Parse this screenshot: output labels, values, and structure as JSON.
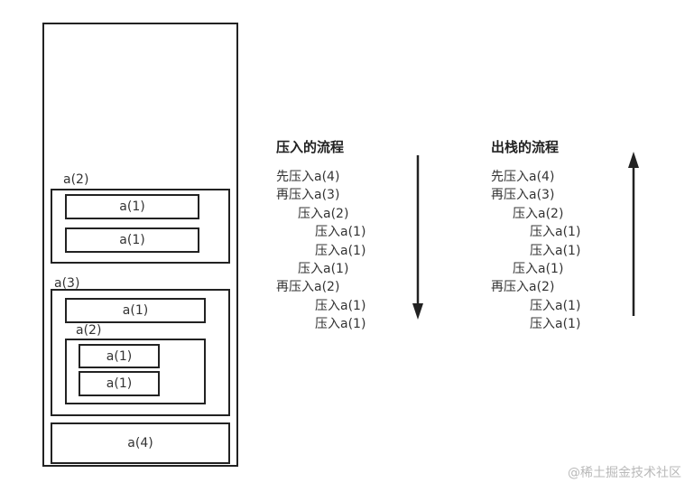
{
  "stack": {
    "group_a2_top": {
      "label": "a(2)",
      "cells": [
        "a(1)",
        "a(1)"
      ]
    },
    "group_a3": {
      "label": "a(3)",
      "cell": "a(1)",
      "inner_group": {
        "label": "a(2)",
        "cells": [
          "a(1)",
          "a(1)"
        ]
      }
    },
    "bottom_cell": "a(4)"
  },
  "push_flow": {
    "title": "压入的流程",
    "steps": [
      "先压入a(4)",
      "再压入a(3)",
      "压入a(2)",
      "压入a(1)",
      "压入a(1)",
      "压入a(1)",
      "再压入a(2)",
      "压入a(1)",
      "压入a(1)"
    ],
    "indents": [
      0,
      0,
      1,
      2,
      2,
      1,
      0,
      2,
      2
    ],
    "arrow_direction": "down"
  },
  "pop_flow": {
    "title": "出栈的流程",
    "steps": [
      "先压入a(4)",
      "再压入a(3)",
      "压入a(2)",
      "压入a(1)",
      "压入a(1)",
      "压入a(1)",
      "再压入a(2)",
      "压入a(1)",
      "压入a(1)"
    ],
    "indents": [
      0,
      0,
      1,
      2,
      2,
      1,
      0,
      2,
      2
    ],
    "arrow_direction": "up"
  },
  "watermark": "@稀土掘金技术社区"
}
